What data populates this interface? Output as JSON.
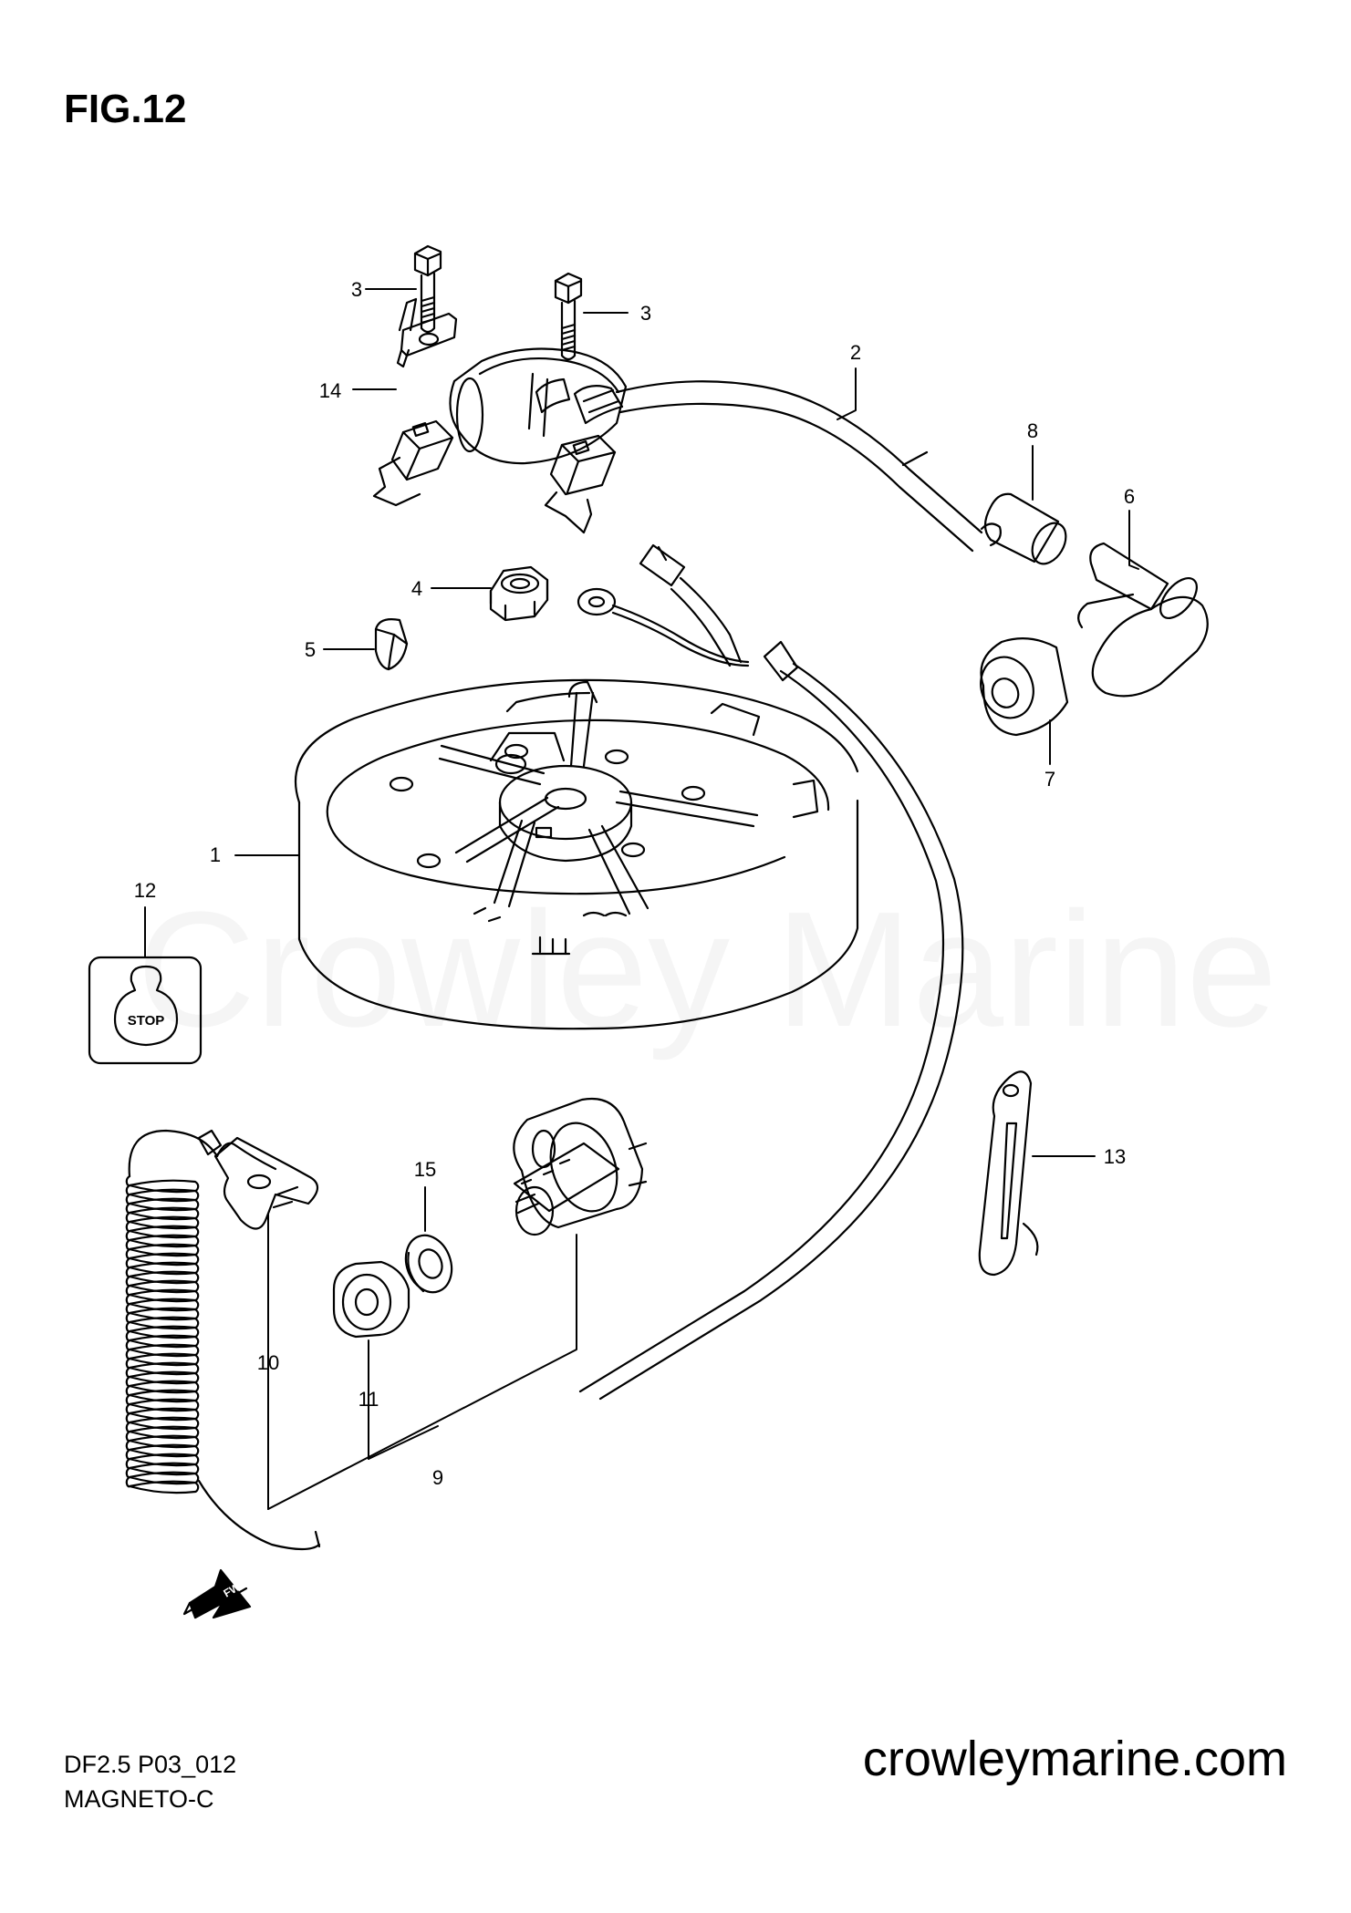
{
  "figure": {
    "title": "FIG.12",
    "model_code": "DF2.5  P03_012",
    "section_name": "MAGNETO-C",
    "watermark": "Crowley Marine",
    "website": "crowleymarine.com"
  },
  "icons": {
    "stop_label": "STOP",
    "fwd_label": "FWD",
    "stop_icon": "stop-switch-icon",
    "fwd_icon": "forward-arrow-icon"
  },
  "callouts": [
    {
      "id": "callout-1",
      "label": "1",
      "part": "flywheel-rotor"
    },
    {
      "id": "callout-2",
      "label": "2",
      "part": "ignition-coil"
    },
    {
      "id": "callout-3a",
      "label": "3",
      "part": "bolt"
    },
    {
      "id": "callout-3b",
      "label": "3",
      "part": "bolt"
    },
    {
      "id": "callout-4",
      "label": "4",
      "part": "nut"
    },
    {
      "id": "callout-5",
      "label": "5",
      "part": "key"
    },
    {
      "id": "callout-6",
      "label": "6",
      "part": "plug-cap"
    },
    {
      "id": "callout-7",
      "label": "7",
      "part": "plug-cap-cover"
    },
    {
      "id": "callout-8",
      "label": "8",
      "part": "cable-sleeve"
    },
    {
      "id": "callout-9",
      "label": "9",
      "part": "stop-switch-assy"
    },
    {
      "id": "callout-10",
      "label": "10",
      "part": "lanyard-clip"
    },
    {
      "id": "callout-11",
      "label": "11",
      "part": "switch-nut"
    },
    {
      "id": "callout-12",
      "label": "12",
      "part": "stop-label"
    },
    {
      "id": "callout-13",
      "label": "13",
      "part": "wire-clamp"
    },
    {
      "id": "callout-14",
      "label": "14",
      "part": "bracket"
    },
    {
      "id": "callout-15",
      "label": "15",
      "part": "washer"
    }
  ]
}
